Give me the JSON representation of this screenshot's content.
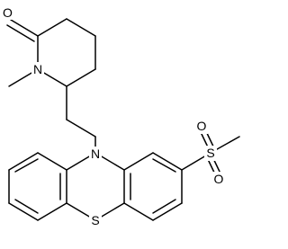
{
  "molecule": {
    "atom_labels": {
      "carbonyl_o": "O",
      "amide_n": "N",
      "phenothiazine_n": "N",
      "ring_s": "S",
      "sulfonyl_s": "S",
      "sulfonyl_o_top": "O",
      "sulfonyl_o_bottom": "O"
    }
  },
  "colors": {
    "ink": "#000000",
    "background": "#ffffff"
  }
}
